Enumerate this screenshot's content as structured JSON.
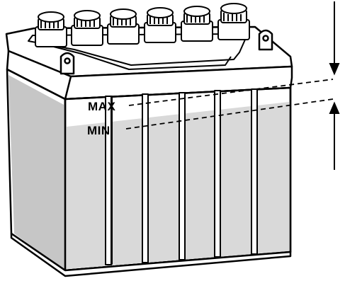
{
  "labels": {
    "max": "MAX",
    "min": "MIN"
  },
  "colors": {
    "outline": "#000000",
    "fill": "#ffffff",
    "electrolyte": "#d9d9d9",
    "electrolyte_side": "#c6c6c6"
  },
  "caps": {
    "count": 6
  },
  "separators": {
    "count": 5
  },
  "icons": [
    "battery-icon",
    "filler-cap-icon",
    "terminal-icon",
    "arrow-down-icon",
    "arrow-up-icon"
  ]
}
